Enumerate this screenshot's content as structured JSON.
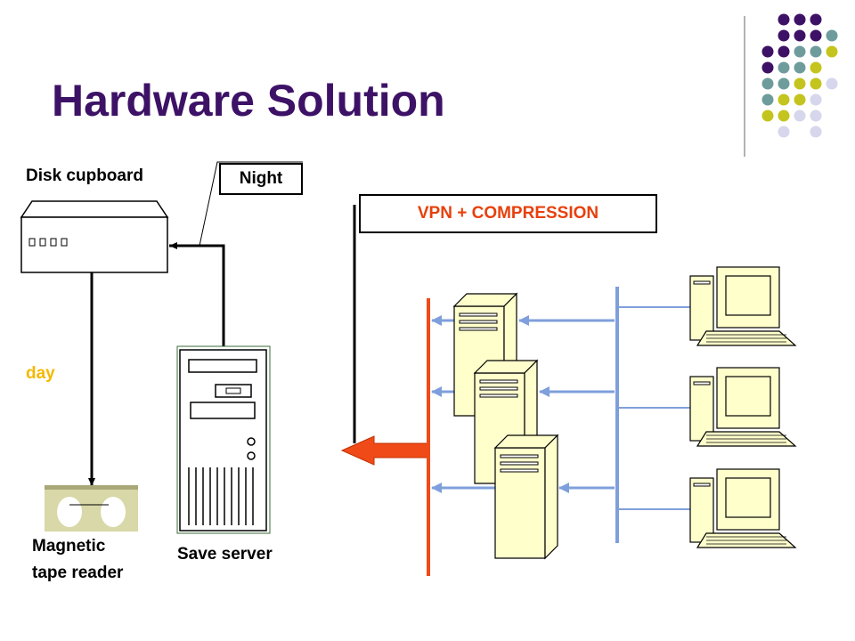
{
  "title": "Hardware Solution",
  "labels": {
    "disk_cupboard": "Disk cupboard",
    "night": "Night",
    "day": "day",
    "vpn": "VPN + COMPRESSION",
    "tape_reader_line1": "Magnetic",
    "tape_reader_line2": "tape reader",
    "save_server": "Save server"
  },
  "colors": {
    "title": "#3d1266",
    "day": "#f5b800",
    "vpn_text": "#e8400c",
    "red_bus": "#f04a18",
    "blue_bus": "#7f9fdc",
    "server_fill": "#ffffcc",
    "tape_fill": "#d8d8a8"
  },
  "icons": [
    "disk-cupboard-icon",
    "save-server-icon",
    "tape-reader-icon",
    "server-icon",
    "computer-icon",
    "arrow-icon"
  ]
}
